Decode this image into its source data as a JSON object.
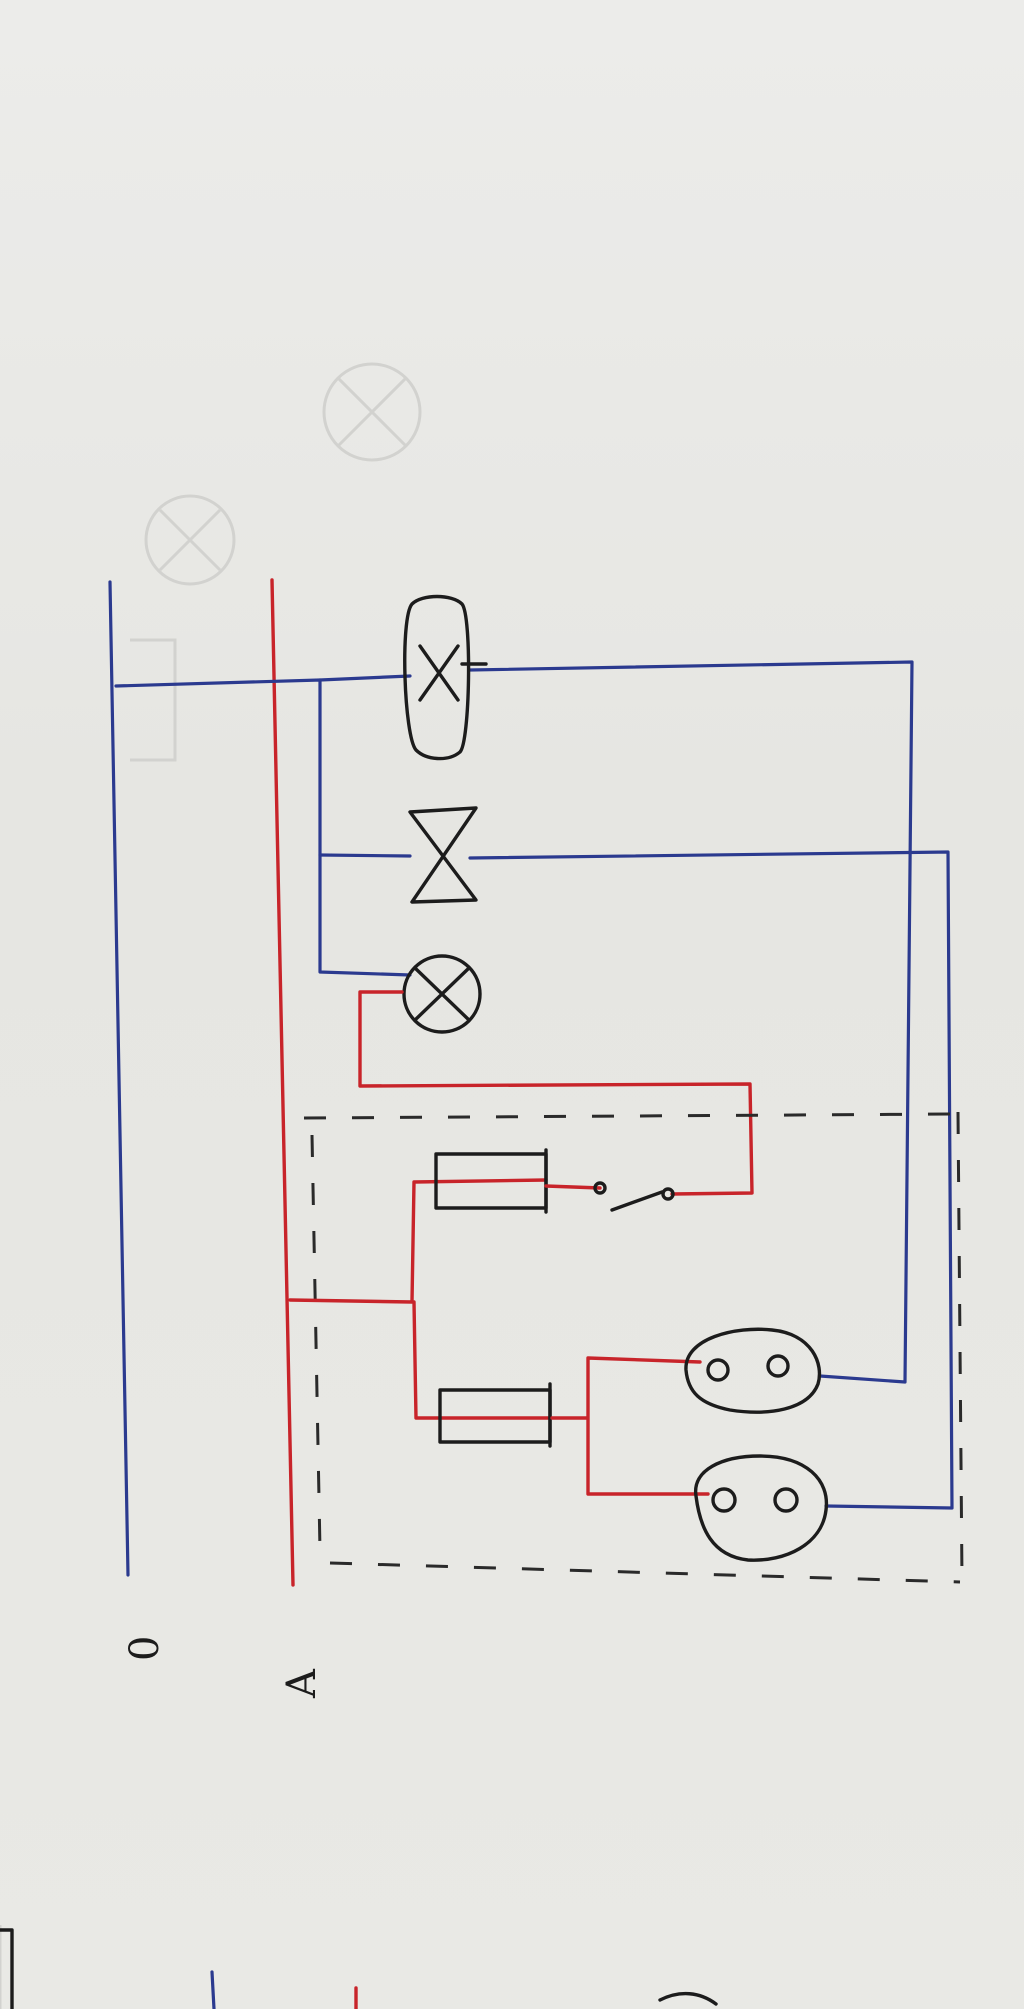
{
  "diagram": {
    "labels": {
      "neutral": "0",
      "phase": "A"
    },
    "colors": {
      "paper": "#e9e9e6",
      "neutral_wire": "#2b3a8f",
      "phase_wire": "#c8242a",
      "ink": "#1c1c1c"
    },
    "components": [
      "fan-symbol",
      "valve-symbol",
      "lamp-symbol",
      "fuse-1",
      "fuse-2",
      "switch-symbol",
      "socket-1",
      "socket-2",
      "junction-box-outline"
    ]
  }
}
